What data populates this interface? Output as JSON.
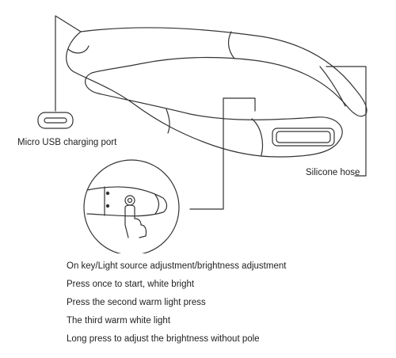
{
  "labels": {
    "usb_port": "Micro USB charging port",
    "hose": "Silicone hose"
  },
  "instructions": [
    "On key/Light source adjustment/brightness adjustment",
    "Press once to start, white bright",
    "Press the second warm light press",
    "The third warm white light",
    "Long press to adjust the brightness without pole"
  ],
  "colors": {
    "line": "#333333"
  }
}
